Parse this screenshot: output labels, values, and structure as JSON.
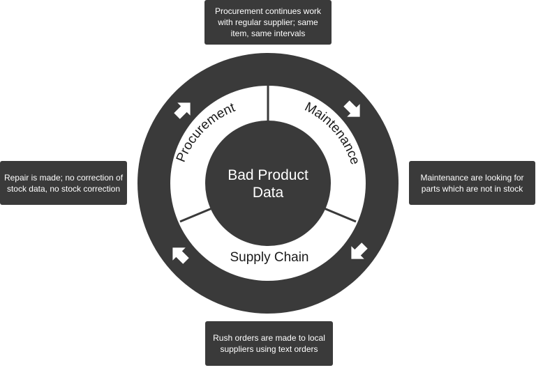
{
  "diagram": {
    "center": {
      "lines": [
        "Bad Product",
        "Data"
      ]
    },
    "segments": {
      "procurement": "Procurement",
      "maintenance": "Maintenance",
      "supply_chain": "Supply Chain"
    },
    "callouts": {
      "top": [
        "Procurement continues work",
        "with regular supplier; same",
        "item, same intervals"
      ],
      "right": [
        "Maintenance are looking for",
        "parts which are not in stock"
      ],
      "bottom": [
        "Rush orders are made to local",
        "suppliers using text orders"
      ],
      "left": [
        "Repair is made; no correction of",
        "stock data, no stock correction"
      ]
    },
    "colors": {
      "dark": "#3a3a3a",
      "light": "#ffffff"
    },
    "arrows": [
      "arrow-up-right-icon",
      "arrow-down-right-icon",
      "arrow-down-left-icon",
      "arrow-up-left-icon"
    ]
  }
}
